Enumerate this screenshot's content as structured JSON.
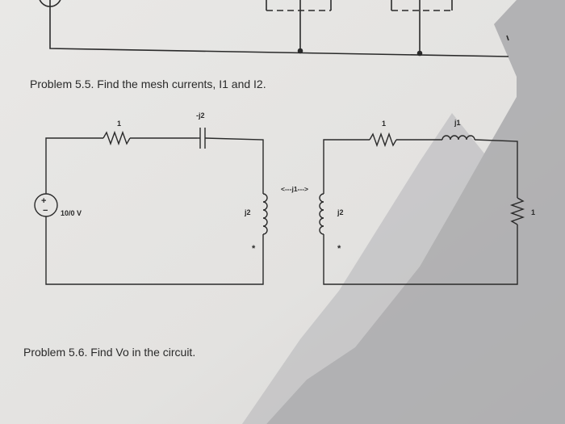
{
  "problems": {
    "p55": "Problem 5.5. Find the mesh currents, I1 and I2.",
    "p56": "Problem 5.6. Find Vo in the circuit."
  },
  "circuit_5_5": {
    "left_mesh": {
      "resistor_label": "1",
      "capacitor_label": "-j2",
      "source_label": "10/0 V",
      "source_plus": "+",
      "source_minus": "−",
      "inductor_label": "j2",
      "dot": "*"
    },
    "coupling_label": "<---j1--->",
    "right_mesh": {
      "resistor_label": "1",
      "inductor_label": "j1",
      "coupled_inductor_label": "j2",
      "dot": "*",
      "vertical_resistor_label": "1"
    }
  },
  "colors": {
    "paper": "#e4e3e1",
    "ink": "#2a2a2a",
    "shadow": "#a9a9ac"
  }
}
